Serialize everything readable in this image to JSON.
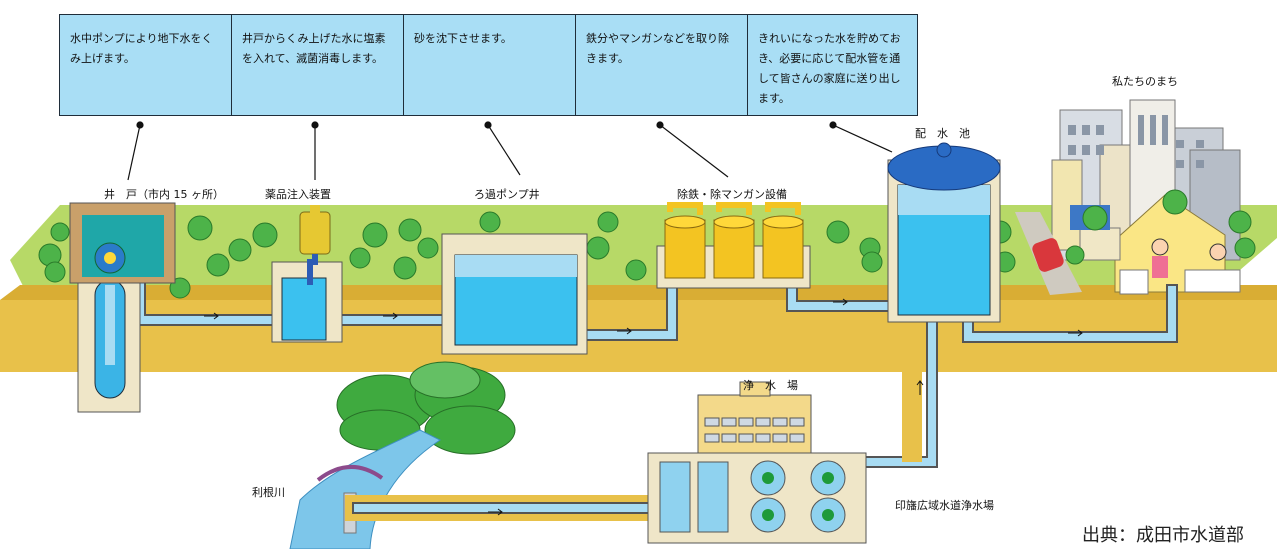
{
  "steps": [
    {
      "description": "水中ポンプにより地下水をくみ上げます。"
    },
    {
      "description": "井戸からくみ上げた水に塩素を入れて、滅菌消毒します。"
    },
    {
      "description": "砂を沈下させます。"
    },
    {
      "description": "鉄分やマンガンなどを取り除きます。"
    },
    {
      "description": "きれいになった水を貯めておき、必要に応じて配水管を通して皆さんの家庭に送り出します。"
    }
  ],
  "labels": {
    "well": "井　戸（市内 15 ヶ所）",
    "chemical": "薬品注入装置",
    "filter_well": "ろ過ポンプ井",
    "iron_manganese": "除鉄・除マンガン設備",
    "reservoir": "配　水　池",
    "town": "私たちのまち",
    "plant": "浄　水　場",
    "river": "利根川",
    "regional_plant": "印旛広域水道浄水場"
  },
  "credit": "出典：成田市水道部",
  "colors": {
    "box_fill": "#a9def5",
    "ground_green": "#b7d967",
    "soil": "#e8c14a",
    "water": "#3bc1ef",
    "reservoir_roof": "#2a6bc4",
    "tank_yellow": "#f3c422"
  }
}
